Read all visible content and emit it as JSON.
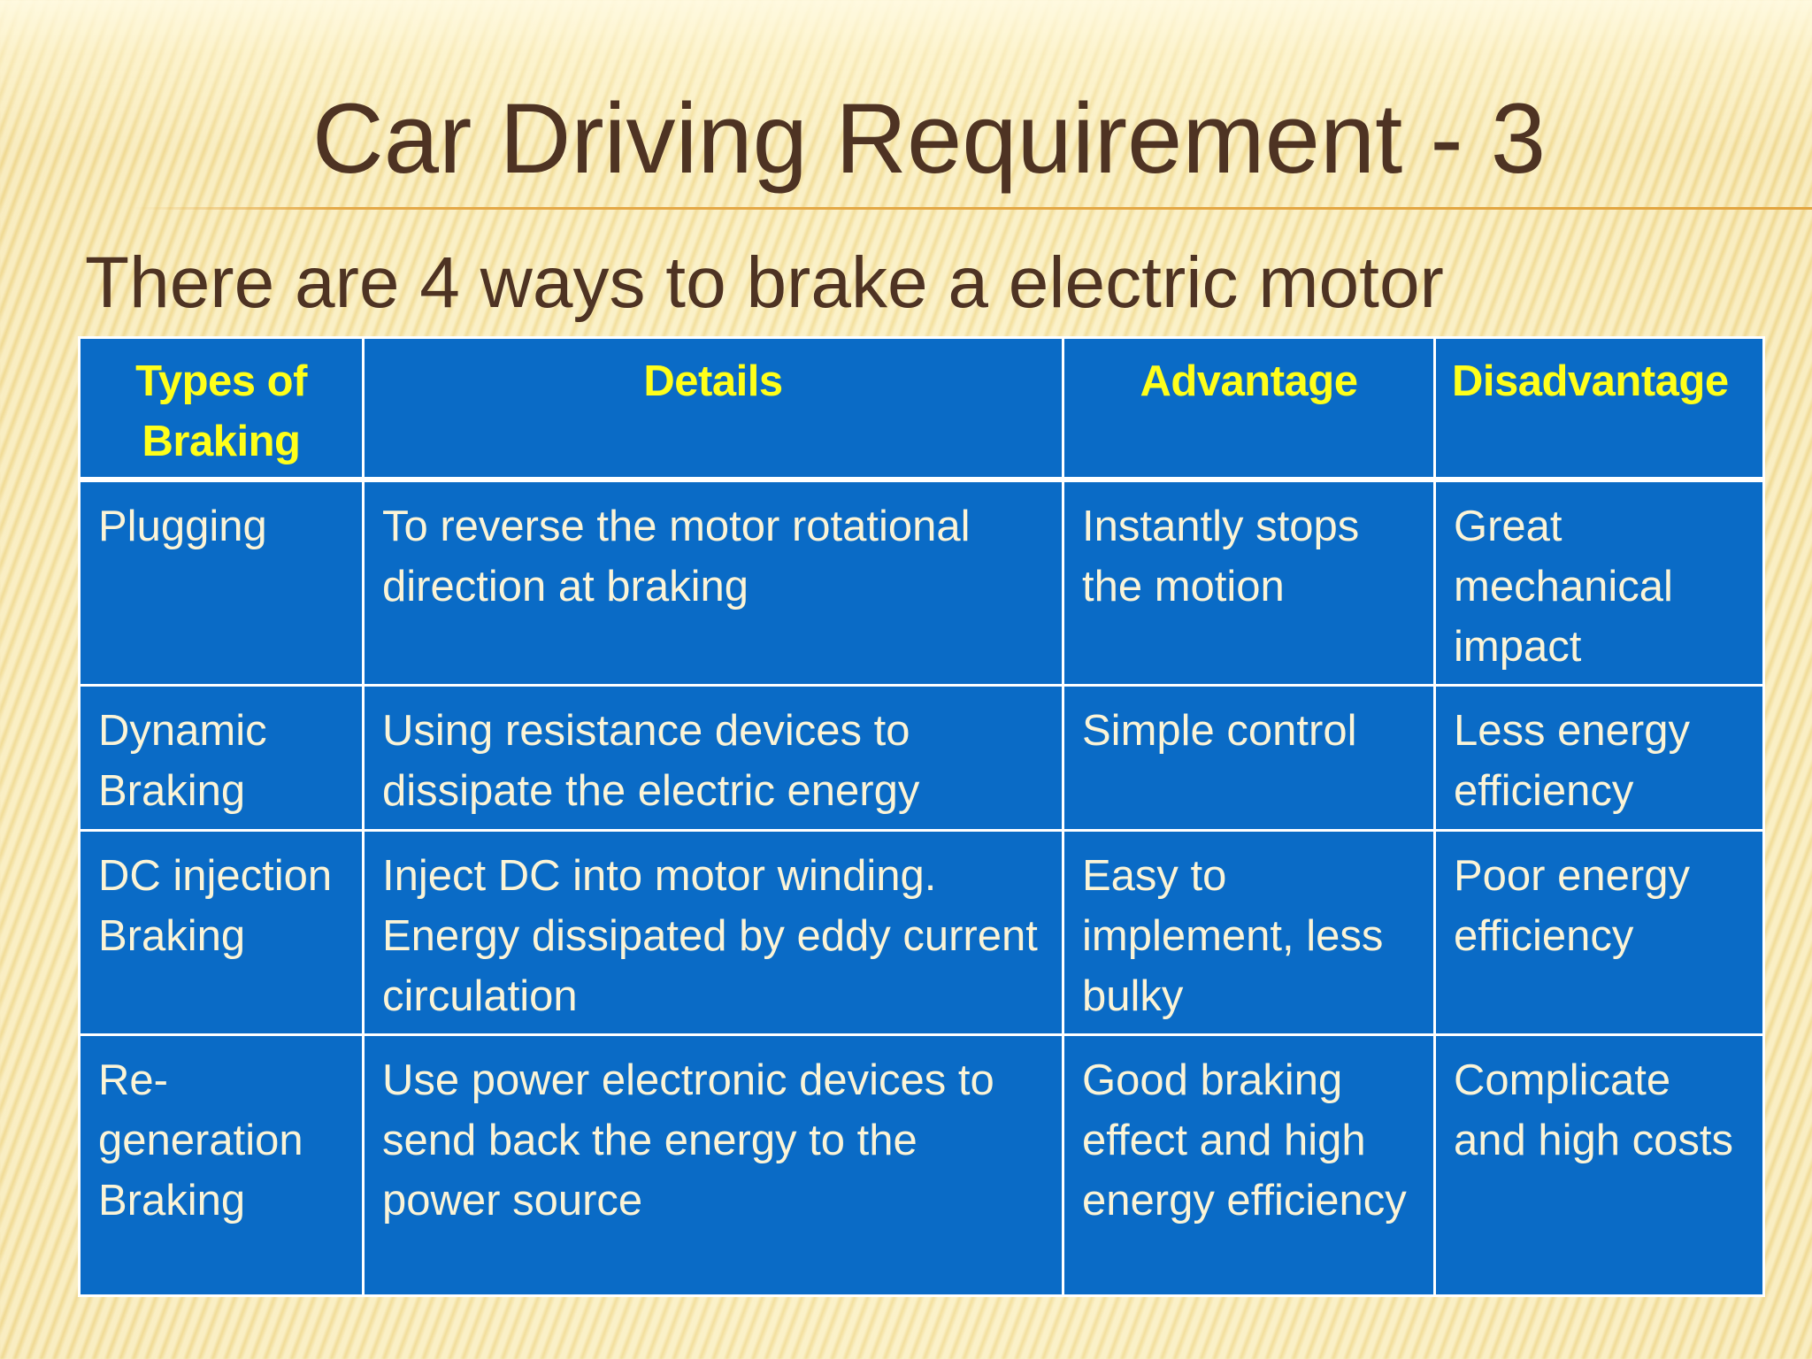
{
  "slide": {
    "title": "Car Driving Requirement - 3",
    "subtitle": "There are 4 ways to brake a electric motor"
  },
  "table": {
    "headers": [
      "Types of Braking",
      "Details",
      "Advantage",
      "Disadvantage"
    ],
    "rows": [
      [
        "Plugging",
        "To reverse the motor rotational direction at braking",
        "Instantly stops the motion",
        "Great mechanical impact"
      ],
      [
        "Dynamic Braking",
        "Using resistance devices to dissipate the electric energy",
        "Simple control",
        "Less energy efficiency"
      ],
      [
        "DC injection Braking",
        "Inject DC into motor winding. Energy dissipated by eddy current circulation",
        "Easy to implement, less bulky",
        "Poor energy efficiency"
      ],
      [
        "Re-generation Braking",
        "Use power electronic devices to send back the energy to the power source",
        "Good braking effect and high energy efficiency",
        "Complicate and high costs"
      ]
    ]
  },
  "colors": {
    "table_fill": "#0a6bc6",
    "header_text": "#ffff1a",
    "cell_text": "#fbf4d7",
    "title_text": "#4e3323",
    "rule": "#e2a540"
  }
}
